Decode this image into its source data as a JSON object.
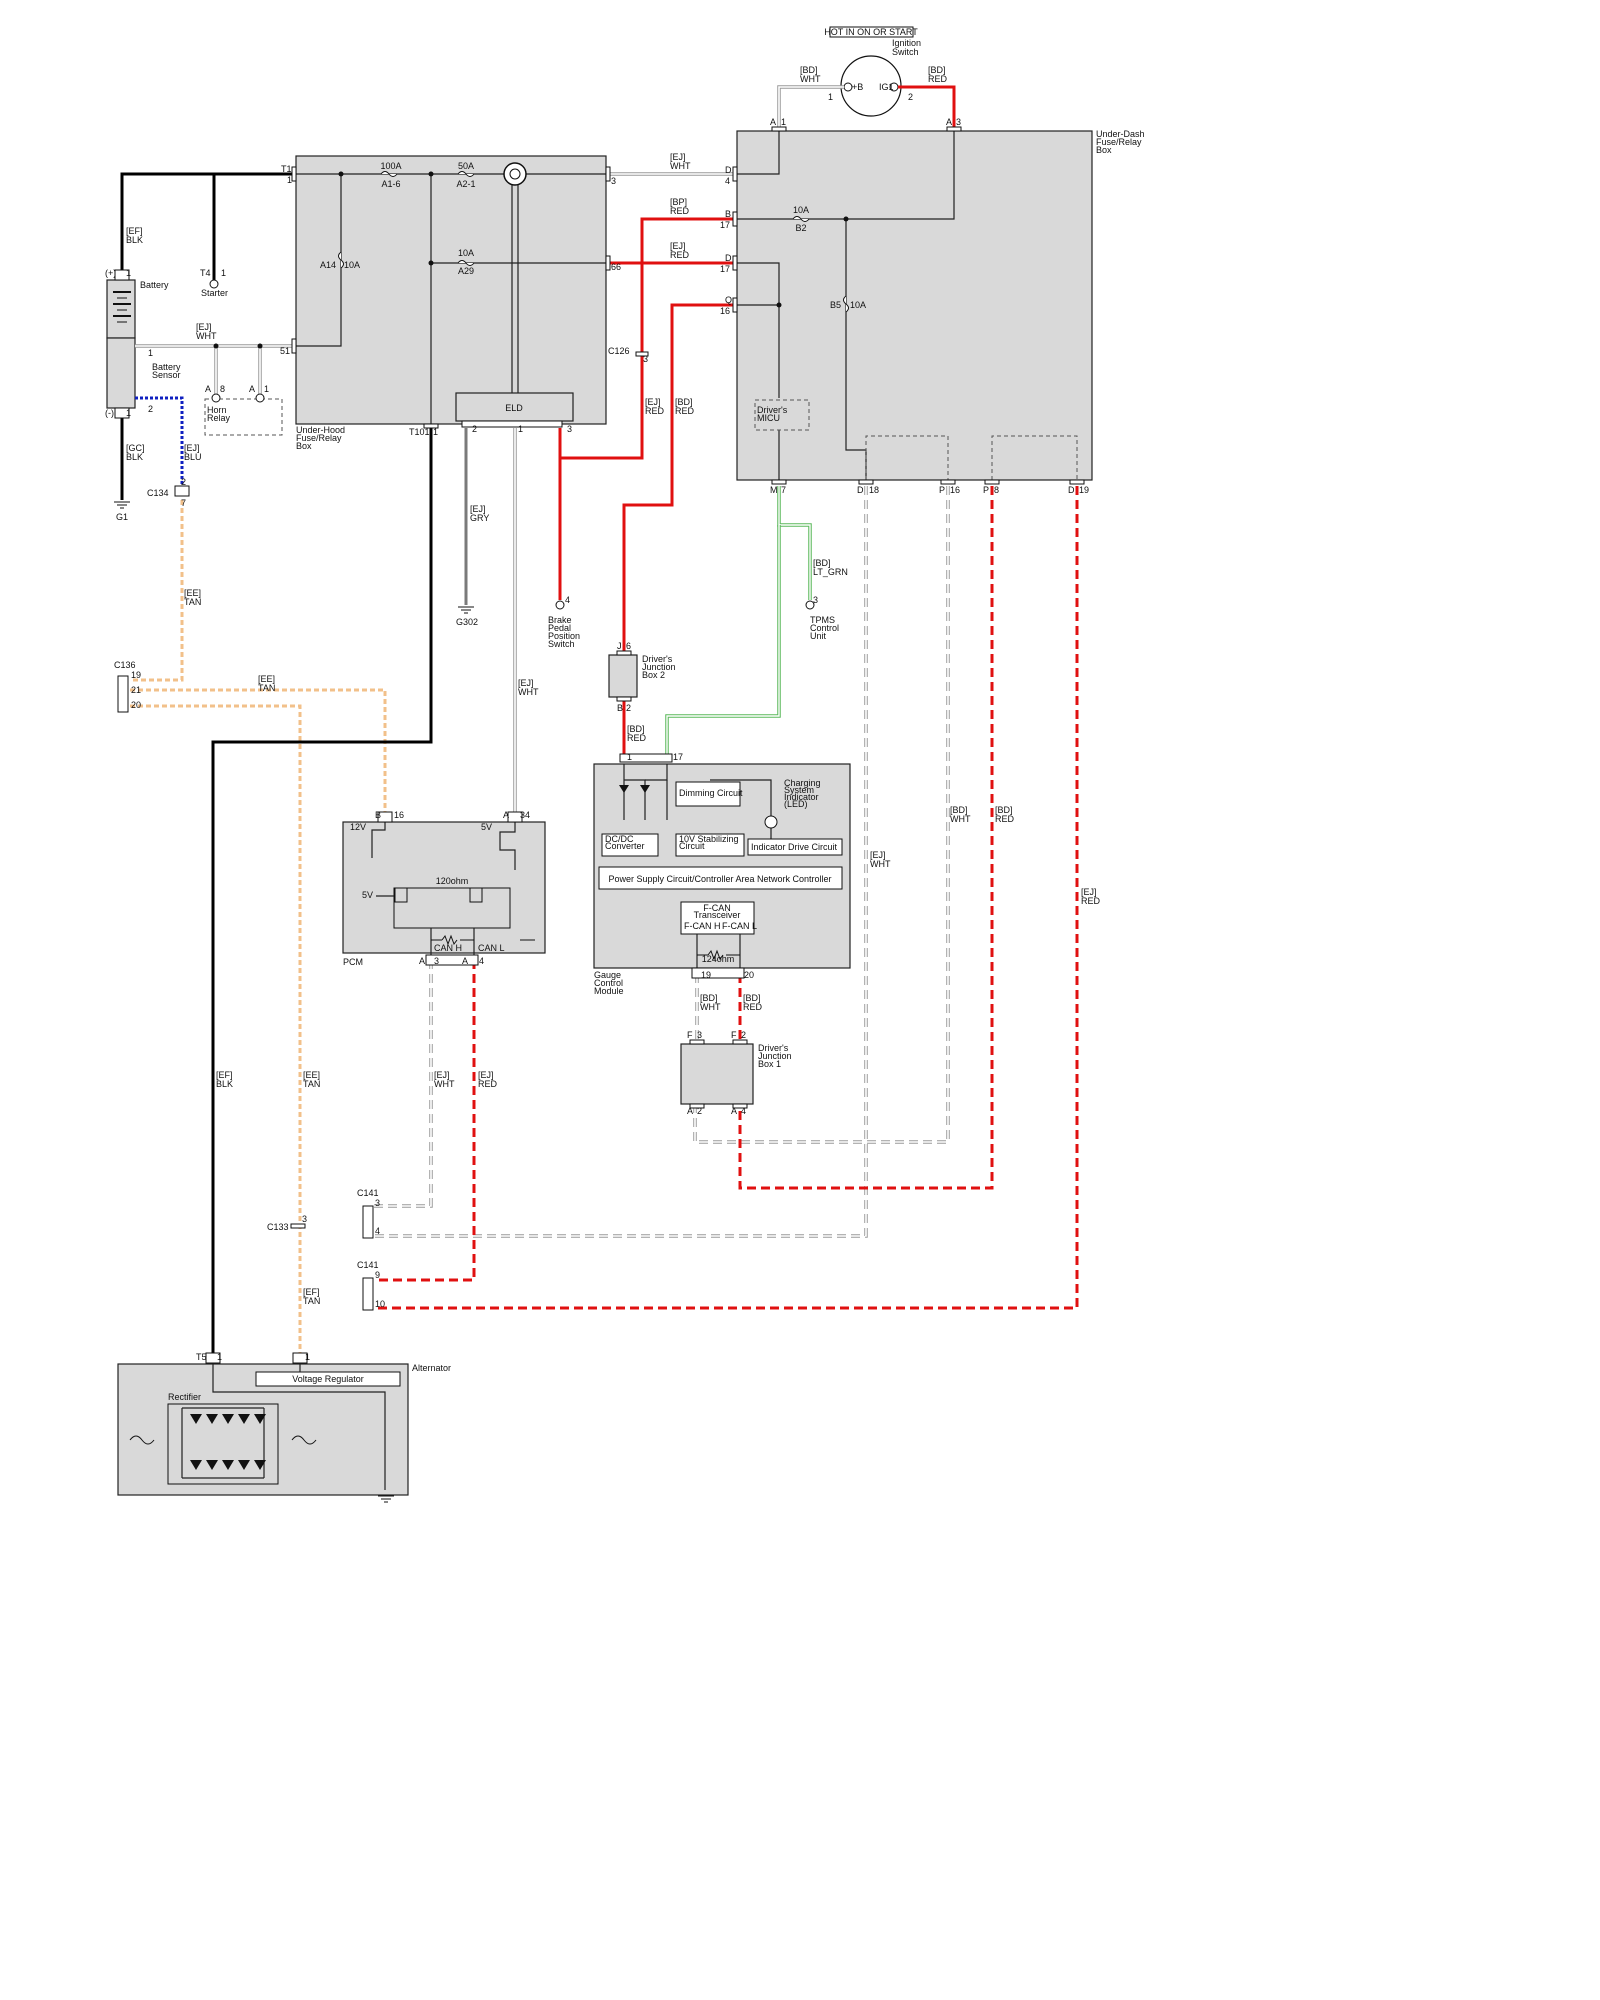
{
  "notes": {
    "hot_label": "HOT IN ON OR START"
  },
  "components": {
    "ignition_switch": {
      "label1": "Ignition",
      "label2": "Switch",
      "plus_b": "+B",
      "ig1": "IG1",
      "pin1": "1",
      "pin2": "2"
    },
    "under_dash_box": {
      "l1": "Under-Dash",
      "l2": "Fuse/Relay",
      "l3": "Box"
    },
    "under_hood_box": {
      "l1": "Under-Hood",
      "l2": "Fuse/Relay",
      "l3": "Box"
    },
    "battery": {
      "label": "Battery",
      "pos": "(+)",
      "neg": "(-)"
    },
    "battery_sensor": {
      "l1": "Battery",
      "l2": "Sensor"
    },
    "starter": {
      "label": "Starter"
    },
    "horn_relay": {
      "l1": "Horn",
      "l2": "Relay"
    },
    "eld": {
      "label": "ELD"
    },
    "drivers_micu": {
      "l1": "Driver's",
      "l2": "MICU"
    },
    "brake_switch": {
      "l1": "Brake",
      "l2": "Pedal",
      "l3": "Position",
      "l4": "Switch"
    },
    "tpms": {
      "l1": "TPMS",
      "l2": "Control",
      "l3": "Unit"
    },
    "djb2": {
      "l1": "Driver's",
      "l2": "Junction",
      "l3": "Box 2"
    },
    "djb1": {
      "l1": "Driver's",
      "l2": "Junction",
      "l3": "Box 1"
    },
    "pcm": {
      "label": "PCM",
      "v12": "12V",
      "v5a": "5V",
      "v5b": "5V",
      "ohm": "120ohm",
      "canh": "CAN H",
      "canl": "CAN L"
    },
    "gauge": {
      "l1": "Gauge",
      "l2": "Control",
      "l3": "Module",
      "dimming": "Dimming Circuit",
      "charging1": "Charging",
      "charging2": "System",
      "charging3": "Indicator",
      "charging4": "(LED)",
      "dcdc1": "DC/DC",
      "dcdc2": "Converter",
      "stab1": "10V Stabilizing",
      "stab2": "Circuit",
      "ind_drive": "Indicator Drive Circuit",
      "power": "Power Supply Circuit/Controller Area Network Controller",
      "fcan1": "F-CAN",
      "fcan2": "Transceiver",
      "fcanh": "F-CAN H",
      "fcanl": "F-CAN L",
      "ohm": "124ohm"
    },
    "alternator": {
      "label": "Alternator",
      "regulator": "Voltage Regulator",
      "rectifier": "Rectifier"
    }
  },
  "fuses": {
    "a16_amp": "100A",
    "a16": "A1-6",
    "a21_amp": "50A",
    "a21": "A2-1",
    "a29_amp": "10A",
    "a29": "A29",
    "a14": "A14",
    "a14_amp": "10A",
    "b2_amp": "10A",
    "b2": "B2",
    "b5": "B5",
    "b5_amp": "10A"
  },
  "grounds": {
    "g1": "G1",
    "g302": "G302"
  },
  "connectors": {
    "c134": "C134",
    "c136": "C136",
    "c126": "C126",
    "c133": "C133",
    "c141a": "C141",
    "c141b": "C141",
    "t1": "T1",
    "t4": "T4",
    "t101": "T101",
    "t5": "T5"
  },
  "wire_labels": {
    "bd_wht_ig": [
      "[BD]",
      "WHT"
    ],
    "bd_red_ig": [
      "[BD]",
      "RED"
    ],
    "ef_blk_bat": [
      "[EF]",
      "BLK"
    ],
    "ej_wht_bs": [
      "[EJ]",
      "WHT"
    ],
    "gc_blk": [
      "[GC]",
      "BLK"
    ],
    "ej_blu": [
      "[EJ]",
      "BLU"
    ],
    "ej_wht_d4": [
      "[EJ]",
      "WHT"
    ],
    "bp_red": [
      "[BP]",
      "RED"
    ],
    "ej_red_d17": [
      "[EJ]",
      "RED"
    ],
    "ej_red_brake": [
      "[EJ]",
      "RED"
    ],
    "bd_red_djb": [
      "[BD]",
      "RED"
    ],
    "ej_gry": [
      "[EJ]",
      "GRY"
    ],
    "ee_tan_1": [
      "[EE]",
      "TAN"
    ],
    "ee_tan_2": [
      "[EE]",
      "TAN"
    ],
    "ej_wht_eld": [
      "[EJ]",
      "WHT"
    ],
    "bd_ltgrn": [
      "[BD]",
      "LT_GRN"
    ],
    "bd_red_djb2": [
      "[BD]",
      "RED"
    ],
    "bd_wht_p16": [
      "[BD]",
      "WHT"
    ],
    "bd_red_p8": [
      "[BD]",
      "RED"
    ],
    "ej_wht_d18": [
      "[EJ]",
      "WHT"
    ],
    "ej_red_d19": [
      "[EJ]",
      "RED"
    ],
    "bd_wht_19": [
      "[BD]",
      "WHT"
    ],
    "bd_red_20": [
      "[BD]",
      "RED"
    ],
    "ef_blk_alt": [
      "[EF]",
      "BLK"
    ],
    "ee_tan_alt": [
      "[EE]",
      "TAN"
    ],
    "ej_wht_pcm": [
      "[EJ]",
      "WHT"
    ],
    "ej_red_pcm": [
      "[EJ]",
      "RED"
    ],
    "ef_tan": [
      "[EF]",
      "TAN"
    ]
  },
  "pins": {
    "a1": "A",
    "a1n": "1",
    "a3": "A",
    "a3n": "3",
    "d4": "D",
    "d4n": "4",
    "b17": "B",
    "b17n": "17",
    "d17": "D",
    "d17n": "17",
    "q16": "Q",
    "q16n": "16",
    "t1n": "1",
    "p3": "3",
    "p66": "66",
    "p51": "51",
    "bat_p1": "1",
    "bat_n1": "1",
    "bs1": "1",
    "bs2": "2",
    "h8a": "A",
    "h8": "8",
    "h1a": "A",
    "h1": "1",
    "st1": "1",
    "t101n": "1",
    "eld2": "2",
    "eld1": "1",
    "eld3": "3",
    "c134a": "2",
    "c134b": "7",
    "c126n": "3",
    "m7a": "M",
    "m7": "7",
    "d18a": "D",
    "d18": "18",
    "p16a": "P",
    "p16": "16",
    "p8a": "P",
    "p8": "8",
    "d19a": "D",
    "d19": "19",
    "brake4": "4",
    "tpms3": "3",
    "j6a": "J",
    "j6": "6",
    "b2a": "B",
    "b2": "2",
    "c136_19": "19",
    "c136_21": "21",
    "c136_20": "20",
    "g1": "1",
    "g17": "17",
    "pcm_b": "B",
    "pcm_16": "16",
    "pcm_a34": "A",
    "pcm_34": "34",
    "pcm_a3": "A",
    "pcm_3": "3",
    "pcm_a4": "A",
    "pcm_4": "4",
    "g19": "19",
    "g20": "20",
    "f3a": "F",
    "f3": "3",
    "f2a": "F",
    "f2": "2",
    "a2a": "A",
    "a2": "2",
    "a4a": "A",
    "a4": "4",
    "c141_3": "3",
    "c141_4": "4",
    "c141_9": "9",
    "c141_10": "10",
    "c133_3": "3",
    "t5_1": "1",
    "alt1": "1"
  }
}
